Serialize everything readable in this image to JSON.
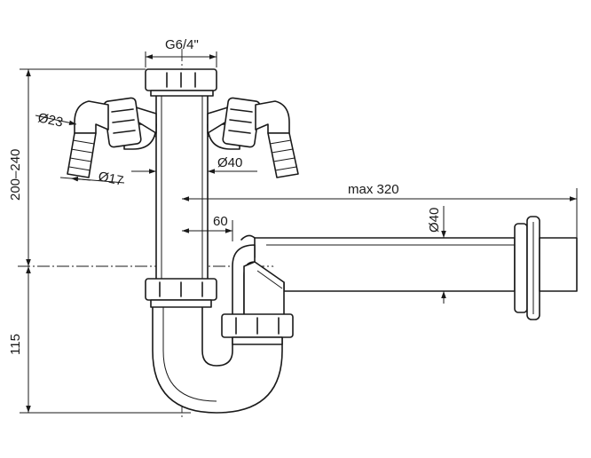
{
  "labels": {
    "thread": "G6/4\"",
    "hose_outer": "Ø23",
    "hose_inner": "Ø17",
    "pipe_diameter": "Ø40",
    "outlet_diameter": "Ø40",
    "max_length": "max 320",
    "offset": "60",
    "height_upper": "200–240",
    "height_lower": "115"
  }
}
